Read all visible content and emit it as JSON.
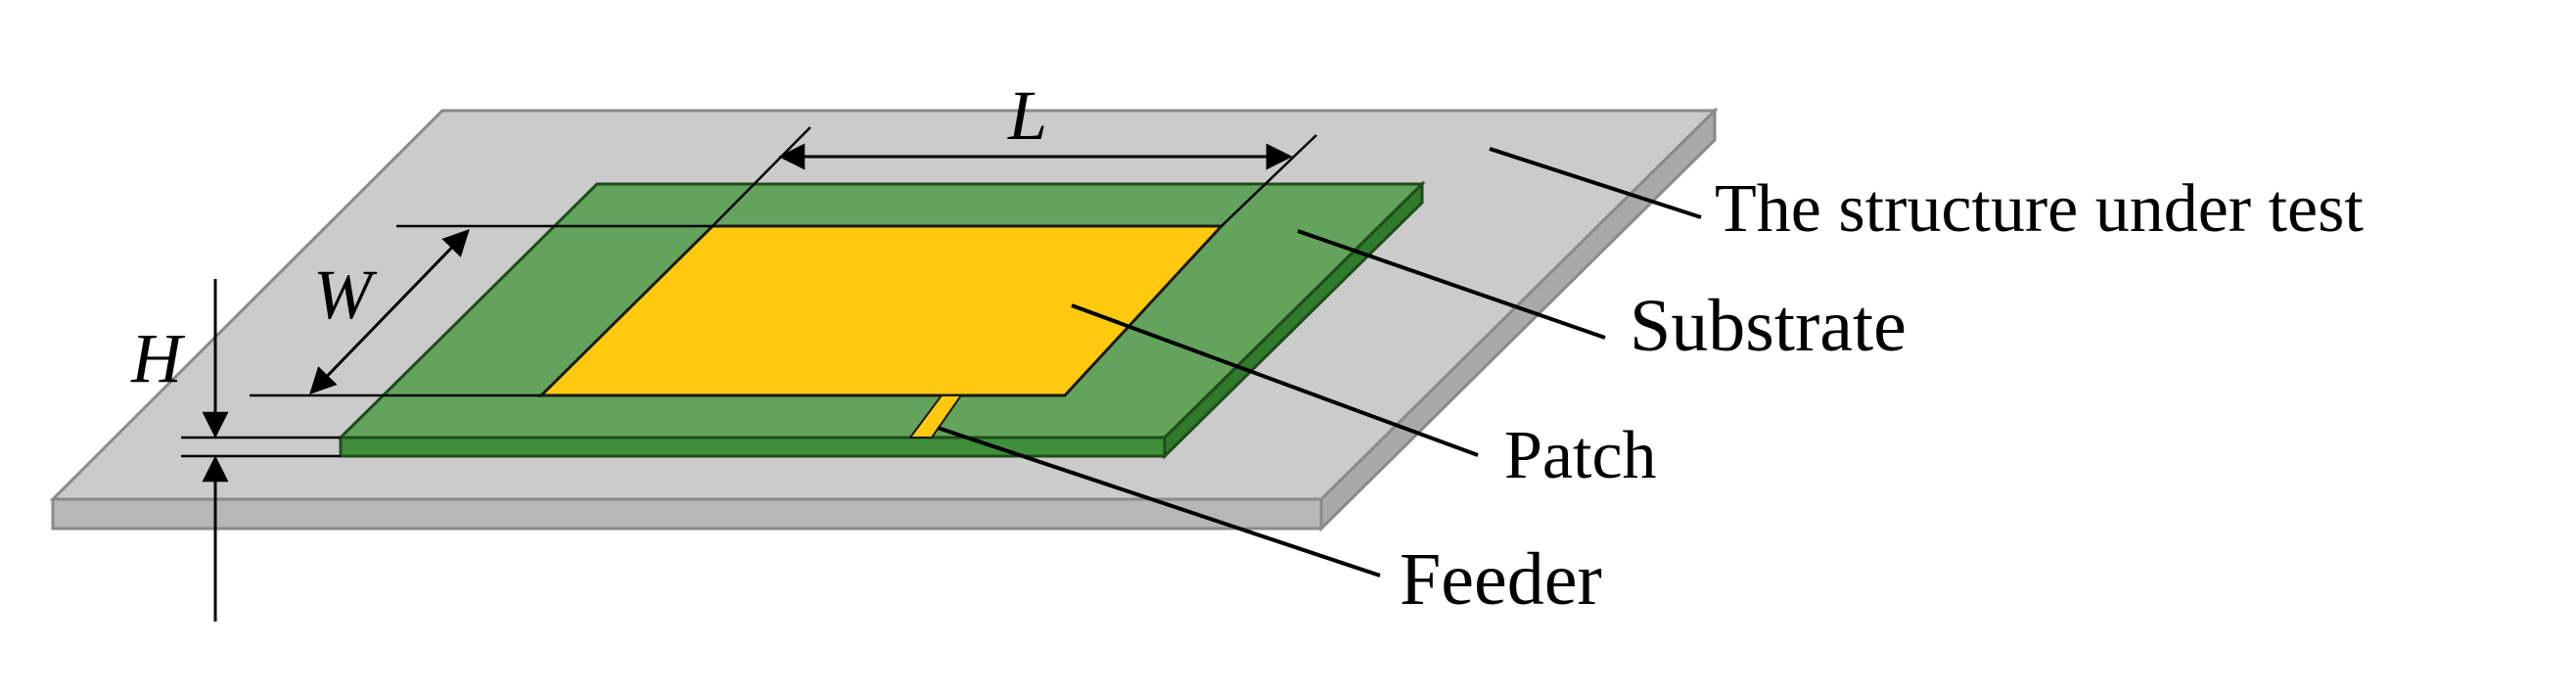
{
  "labels": {
    "structure": "The structure under test",
    "substrate": "Substrate",
    "patch": "Patch",
    "feeder": "Feeder"
  },
  "dimensions": {
    "length": "L",
    "width": "W",
    "height": "H"
  },
  "colors": {
    "plate_top": "#cbcbcb",
    "plate_side": "#b7b7b7",
    "substrate": "#63a35c",
    "substrate_edge": "#2f7a2b",
    "patch": "#ffc90e"
  }
}
